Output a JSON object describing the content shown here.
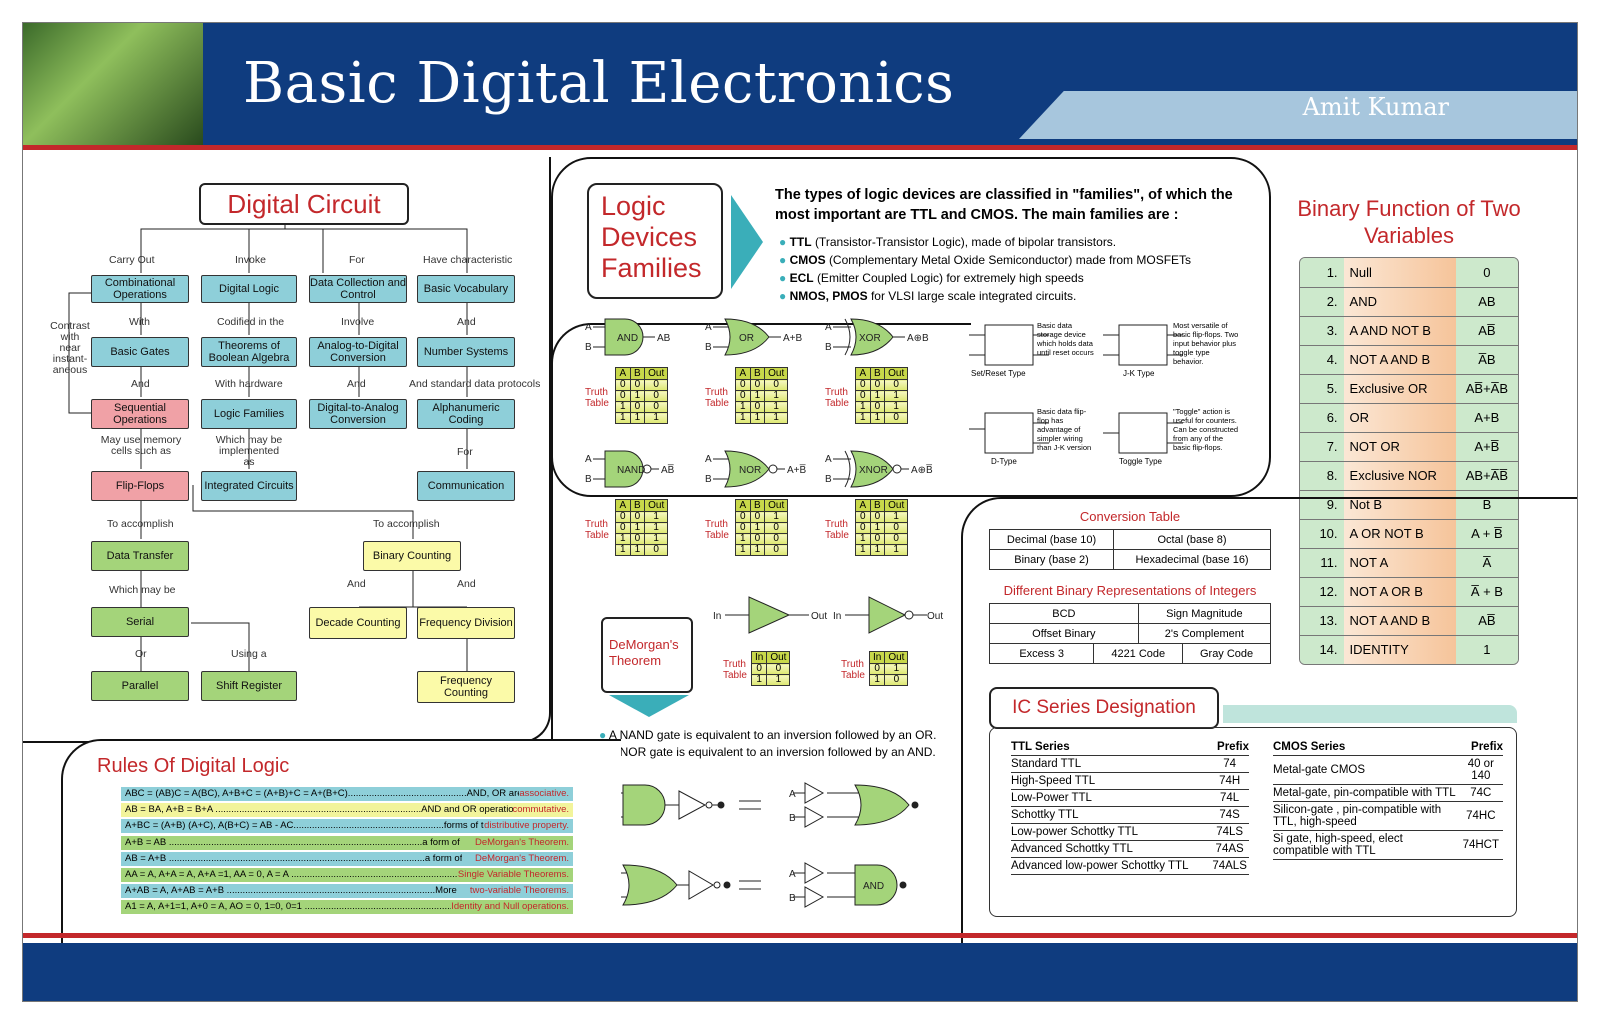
{
  "header": {
    "title": "Basic Digital Electronics",
    "author": "Amit Kumar"
  },
  "digital_circuit": {
    "title": "Digital Circuit",
    "edge_labels": {
      "carry_out": "Carry Out",
      "invoke": "Invoke",
      "for": "For",
      "have_characteristic": "Have characteristic",
      "with": "With",
      "codified": "Codified in the",
      "involve": "Involve",
      "and1": "And",
      "and2": "And",
      "with_hardware": "With hardware",
      "and3": "And",
      "and_standard": "And standard data protocols",
      "may_use": "May use memory cells such as",
      "which_may": "Which may be implemented as",
      "for2": "For",
      "contrast": "Contrast with near instant-aneous",
      "to_accomplish1": "To accomplish",
      "to_accomplish2": "To accomplish",
      "which_may_be": "Which may be",
      "or": "Or",
      "using_a": "Using a",
      "and4": "And",
      "and5": "And"
    },
    "nodes": {
      "combinational": "Combinational Operations",
      "digital_logic": "Digital Logic",
      "data_collection": "Data Collection and Control",
      "basic_vocab": "Basic Vocabulary",
      "basic_gates": "Basic Gates",
      "theorems": "Theorems of Boolean Algebra",
      "adc": "Analog-to-Digital Conversion",
      "number_systems": "Number Systems",
      "sequential": "Sequential Operations",
      "logic_families": "Logic Families",
      "dac": "Digital-to-Analog Conversion",
      "alphanumeric": "Alphanumeric Coding",
      "flip_flops": "Flip-Flops",
      "integrated": "Integrated Circuits",
      "communication": "Communication",
      "data_transfer": "Data Transfer",
      "binary_counting": "Binary Counting",
      "serial": "Serial",
      "decade": "Decade Counting",
      "freq_div": "Frequency Division",
      "parallel": "Parallel",
      "shift_register": "Shift Register",
      "freq_count": "Frequency Counting"
    }
  },
  "logic_families": {
    "title_lines": [
      "Logic",
      "Devices",
      "Families"
    ],
    "intro": "The types of logic devices are classified in \"families\", of which the most important are TTL and CMOS. The main families are :",
    "items": [
      {
        "name": "TTL",
        "desc": "(Transistor-Transistor Logic), made of bipolar transistors."
      },
      {
        "name": "CMOS",
        "desc": "(Complementary Metal Oxide Semiconductor) made from MOSFETs"
      },
      {
        "name": "ECL",
        "desc": "(Emitter Coupled Logic) for extremely high speeds"
      },
      {
        "name": "NMOS, PMOS",
        "desc": "for VLSI large scale integrated circuits."
      }
    ],
    "truth_label": "Truth Table",
    "gates": [
      {
        "name": "AND",
        "out": "AB",
        "rows": [
          [
            "0",
            "0",
            "0"
          ],
          [
            "0",
            "1",
            "0"
          ],
          [
            "1",
            "0",
            "0"
          ],
          [
            "1",
            "1",
            "1"
          ]
        ]
      },
      {
        "name": "OR",
        "out": "A+B",
        "rows": [
          [
            "0",
            "0",
            "0"
          ],
          [
            "0",
            "1",
            "1"
          ],
          [
            "1",
            "0",
            "1"
          ],
          [
            "1",
            "1",
            "1"
          ]
        ]
      },
      {
        "name": "XOR",
        "out": "A⊕B",
        "rows": [
          [
            "0",
            "0",
            "0"
          ],
          [
            "0",
            "1",
            "1"
          ],
          [
            "1",
            "0",
            "1"
          ],
          [
            "1",
            "1",
            "0"
          ]
        ]
      },
      {
        "name": "NAND",
        "out": "AB̅",
        "rows": [
          [
            "0",
            "0",
            "1"
          ],
          [
            "0",
            "1",
            "1"
          ],
          [
            "1",
            "0",
            "1"
          ],
          [
            "1",
            "1",
            "0"
          ]
        ]
      },
      {
        "name": "NOR",
        "out": "A+B̅",
        "rows": [
          [
            "0",
            "0",
            "1"
          ],
          [
            "0",
            "1",
            "0"
          ],
          [
            "1",
            "0",
            "0"
          ],
          [
            "1",
            "1",
            "0"
          ]
        ]
      },
      {
        "name": "XNOR",
        "out": "A⊕B̅",
        "rows": [
          [
            "0",
            "0",
            "1"
          ],
          [
            "0",
            "1",
            "0"
          ],
          [
            "1",
            "0",
            "0"
          ],
          [
            "1",
            "1",
            "1"
          ]
        ]
      }
    ],
    "buffer_rows": [
      [
        "0",
        "0"
      ],
      [
        "1",
        "1"
      ]
    ],
    "inverter_rows": [
      [
        "0",
        "1"
      ],
      [
        "1",
        "0"
      ]
    ],
    "flip_flops": [
      {
        "type": "Set/Reset Type",
        "desc": "Basic data storage device which holds data until reset occurs"
      },
      {
        "type": "J-K Type",
        "desc": "Most versatile of basic flip-flops. Two input behavior plus toggle type behavior."
      },
      {
        "type": "D-Type",
        "desc": "Basic data flip-flop has advantage of simpler wiring than J-K version"
      },
      {
        "type": "Toggle Type",
        "desc": "\"Toggle\" action is useful for counters. Can be constructed from any of the basic flip-flops."
      }
    ]
  },
  "demorgan": {
    "title": "DeMorgan's Theorem",
    "bullets": [
      "A NAND gate is equivalent to an inversion followed by an OR.",
      "A NOR gate is equivalent to an inversion followed by an AND."
    ]
  },
  "binary_functions": {
    "title": "Binary Function of Two Variables",
    "rows": [
      [
        "1.",
        "Null",
        "0"
      ],
      [
        "2.",
        "AND",
        "AB"
      ],
      [
        "3.",
        "A AND NOT B",
        "AB̅"
      ],
      [
        "4.",
        "NOT A AND B",
        "A̅B"
      ],
      [
        "5.",
        "Exclusive OR",
        "AB̅+A̅B"
      ],
      [
        "6.",
        "OR",
        "A+B"
      ],
      [
        "7.",
        "NOT OR",
        "A+B̅"
      ],
      [
        "8.",
        "Exclusive NOR",
        "AB+A̅B̅"
      ],
      [
        "9.",
        "Not B",
        "B̅"
      ],
      [
        "10.",
        "A OR NOT B",
        "A + B̅"
      ],
      [
        "11.",
        "NOT A",
        "A̅"
      ],
      [
        "12.",
        "NOT A OR B",
        "A̅ + B"
      ],
      [
        "13.",
        "NOT A AND B",
        "AB̅"
      ],
      [
        "14.",
        "IDENTITY",
        "1"
      ]
    ]
  },
  "conversion": {
    "title": "Conversion Table",
    "cells": [
      "Decimal (base 10)",
      "Octal (base 8)",
      "Binary (base 2)",
      "Hexadecimal (base 16)"
    ],
    "rep_title": "Different Binary Representations of Integers",
    "rep_cells": [
      "BCD",
      "Sign Magnitude",
      "Offset Binary",
      "2's Complement",
      "Excess 3",
      "4221 Code",
      "Gray Code"
    ]
  },
  "ic": {
    "title": "IC Series Designation",
    "ttl_header": [
      "TTL Series",
      "Prefix"
    ],
    "ttl": [
      [
        "Standard TTL",
        "74"
      ],
      [
        "High-Speed TTL",
        "74H"
      ],
      [
        "Low-Power TTL",
        "74L"
      ],
      [
        "Schottky TTL",
        "74S"
      ],
      [
        "Low-power Schottky TTL",
        "74LS"
      ],
      [
        "Advanced Schottky TTL",
        "74AS"
      ],
      [
        "Advanced low-power Schottky TTL",
        "74ALS"
      ]
    ],
    "cmos_header": [
      "CMOS Series",
      "Prefix"
    ],
    "cmos": [
      [
        "Metal-gate CMOS",
        "40 or 140"
      ],
      [
        "Metal-gate, pin-compatible with TTL",
        "74C"
      ],
      [
        "Silicon-gate , pin-compatible with TTL, high-speed",
        "74HC"
      ],
      [
        "Si gate, high-speed, elect compatible with TTL",
        "74HCT"
      ]
    ]
  },
  "rules": {
    "title": "Rules Of Digital Logic",
    "items": [
      {
        "left": "ABC = (AB)C = A(BC), A+B+C = (A+B)+C = A+(B+C).............................................AND, OR are",
        "right": "associative.",
        "color": "blue"
      },
      {
        "left": "AB = BA, A+B = B+A ..............................................................................AND and OR operations are",
        "right": "commutative.",
        "color": "yellow"
      },
      {
        "left": "A+BC = (A+B) (A+C), A(B+C) = AB - AC.........................................................forms of the",
        "right": "distributive property.",
        "color": "blue"
      },
      {
        "left": "A+B = AB ................................................................................................a form of",
        "right": "DeMorgan's Theorem.",
        "color": "green"
      },
      {
        "left": "AB = A+B .................................................................................................a form of",
        "right": "DeMorgan's Theorem.",
        "color": "blue"
      },
      {
        "left": "AA = A, A+A = A, A+A =1, AA = 0, A = A ......................................................................",
        "right": "Single Variable Theorems.",
        "color": "green"
      },
      {
        "left": "A+AB = A, A+AB = A+B ...............................................................................More",
        "right": "two-variable Theorems.",
        "color": "blue"
      },
      {
        "left": "A1 = A, A+1=1, A+0 = A, AO = 0, 1=0, 0=1 ..............................................................",
        "right": "Identity and Null operations.",
        "color": "green"
      }
    ]
  }
}
